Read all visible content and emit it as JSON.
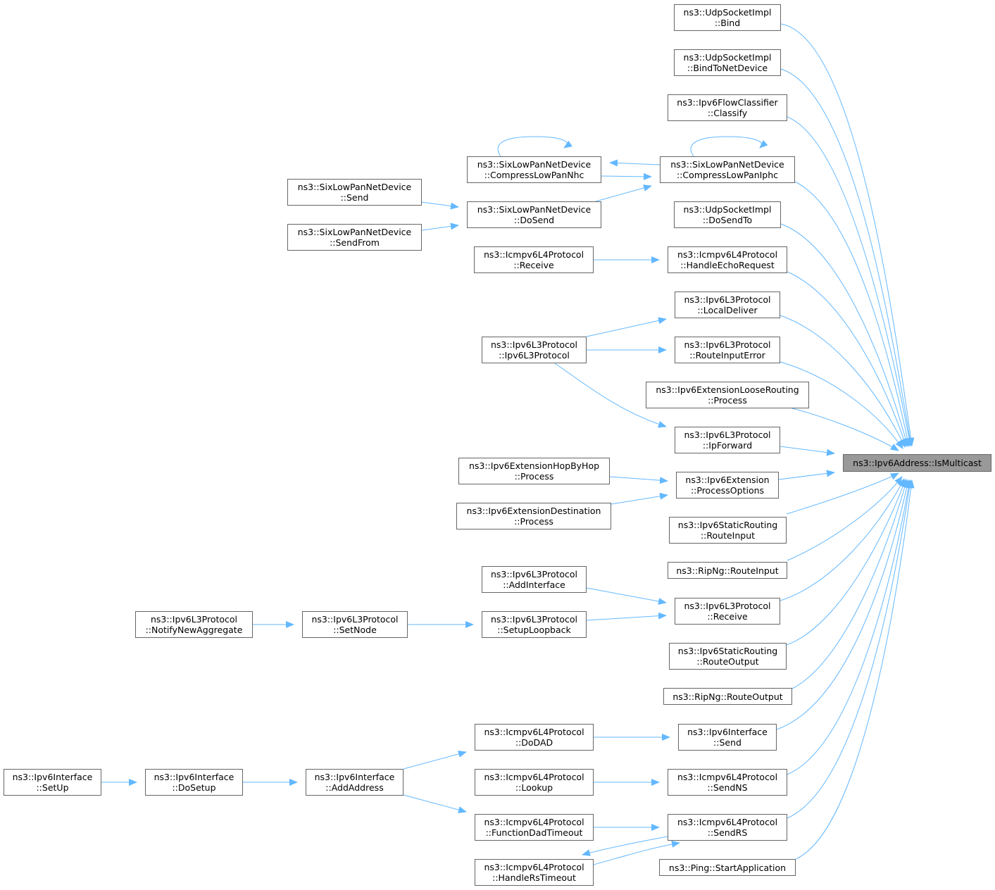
{
  "graph": {
    "edge_color": "#63b8ff",
    "focus_fill": "#999999",
    "nodes": [
      {
        "id": "target",
        "lines": [
          "ns3::Ipv6Address::IsMulticast"
        ],
        "focus": true
      },
      {
        "id": "udp_bind",
        "lines": [
          "ns3::UdpSocketImpl",
          "::Bind"
        ]
      },
      {
        "id": "udp_bindnd",
        "lines": [
          "ns3::UdpSocketImpl",
          "::BindToNetDevice"
        ]
      },
      {
        "id": "flow_classify",
        "lines": [
          "ns3::Ipv6FlowClassifier",
          "::Classify"
        ]
      },
      {
        "id": "sl_iphc",
        "lines": [
          "ns3::SixLowPanNetDevice",
          "::CompressLowPanIphc"
        ]
      },
      {
        "id": "sl_nhc",
        "lines": [
          "ns3::SixLowPanNetDevice",
          "::CompressLowPanNhc"
        ]
      },
      {
        "id": "sl_send",
        "lines": [
          "ns3::SixLowPanNetDevice",
          "::Send"
        ]
      },
      {
        "id": "sl_dosend",
        "lines": [
          "ns3::SixLowPanNetDevice",
          "::DoSend"
        ]
      },
      {
        "id": "sl_sendfrom",
        "lines": [
          "ns3::SixLowPanNetDevice",
          "::SendFrom"
        ]
      },
      {
        "id": "udp_dosendto",
        "lines": [
          "ns3::UdpSocketImpl",
          "::DoSendTo"
        ]
      },
      {
        "id": "icmp_receive",
        "lines": [
          "ns3::Icmpv6L4Protocol",
          "::Receive"
        ]
      },
      {
        "id": "icmp_echo",
        "lines": [
          "ns3::Icmpv6L4Protocol",
          "::HandleEchoRequest"
        ]
      },
      {
        "id": "l3_localdeliver",
        "lines": [
          "ns3::Ipv6L3Protocol",
          "::LocalDeliver"
        ]
      },
      {
        "id": "l3_ctor",
        "lines": [
          "ns3::Ipv6L3Protocol",
          "::Ipv6L3Protocol"
        ]
      },
      {
        "id": "l3_routeinputerror",
        "lines": [
          "ns3::Ipv6L3Protocol",
          "::RouteInputError"
        ]
      },
      {
        "id": "ext_loose",
        "lines": [
          "ns3::Ipv6ExtensionLooseRouting",
          "::Process"
        ]
      },
      {
        "id": "l3_ipforward",
        "lines": [
          "ns3::Ipv6L3Protocol",
          "::IpForward"
        ]
      },
      {
        "id": "ext_hop",
        "lines": [
          "ns3::Ipv6ExtensionHopByHop",
          "::Process"
        ]
      },
      {
        "id": "ext_options",
        "lines": [
          "ns3::Ipv6Extension",
          "::ProcessOptions"
        ]
      },
      {
        "id": "ext_dest",
        "lines": [
          "ns3::Ipv6ExtensionDestination",
          "::Process"
        ]
      },
      {
        "id": "static_routeinput",
        "lines": [
          "ns3::Ipv6StaticRouting",
          "::RouteInput"
        ]
      },
      {
        "id": "ripng_routeinput",
        "lines": [
          "ns3::RipNg::RouteInput"
        ]
      },
      {
        "id": "l3_addinterface",
        "lines": [
          "ns3::Ipv6L3Protocol",
          "::AddInterface"
        ]
      },
      {
        "id": "l3_receive",
        "lines": [
          "ns3::Ipv6L3Protocol",
          "::Receive"
        ]
      },
      {
        "id": "l3_notify",
        "lines": [
          "ns3::Ipv6L3Protocol",
          "::NotifyNewAggregate"
        ]
      },
      {
        "id": "l3_setnode",
        "lines": [
          "ns3::Ipv6L3Protocol",
          "::SetNode"
        ]
      },
      {
        "id": "l3_loopback",
        "lines": [
          "ns3::Ipv6L3Protocol",
          "::SetupLoopback"
        ]
      },
      {
        "id": "static_routeoutput",
        "lines": [
          "ns3::Ipv6StaticRouting",
          "::RouteOutput"
        ]
      },
      {
        "id": "ripng_routeoutput",
        "lines": [
          "ns3::RipNg::RouteOutput"
        ]
      },
      {
        "id": "icmp_dodad",
        "lines": [
          "ns3::Icmpv6L4Protocol",
          "::DoDAD"
        ]
      },
      {
        "id": "if_send",
        "lines": [
          "ns3::Ipv6Interface",
          "::Send"
        ]
      },
      {
        "id": "if_setup",
        "lines": [
          "ns3::Ipv6Interface",
          "::SetUp"
        ]
      },
      {
        "id": "if_dosetup",
        "lines": [
          "ns3::Ipv6Interface",
          "::DoSetup"
        ]
      },
      {
        "id": "if_addaddress",
        "lines": [
          "ns3::Ipv6Interface",
          "::AddAddress"
        ]
      },
      {
        "id": "icmp_lookup",
        "lines": [
          "ns3::Icmpv6L4Protocol",
          "::Lookup"
        ]
      },
      {
        "id": "icmp_sendns",
        "lines": [
          "ns3::Icmpv6L4Protocol",
          "::SendNS"
        ]
      },
      {
        "id": "icmp_daddtimeout",
        "lines": [
          "ns3::Icmpv6L4Protocol",
          "::FunctionDadTimeout"
        ]
      },
      {
        "id": "icmp_sendrs",
        "lines": [
          "ns3::Icmpv6L4Protocol",
          "::SendRS"
        ]
      },
      {
        "id": "icmp_rstimeout",
        "lines": [
          "ns3::Icmpv6L4Protocol",
          "::HandleRsTimeout"
        ]
      },
      {
        "id": "ping_start",
        "lines": [
          "ns3::Ping::StartApplication"
        ]
      }
    ],
    "edges": [
      [
        "udp_bind",
        "target"
      ],
      [
        "udp_bindnd",
        "target"
      ],
      [
        "flow_classify",
        "target"
      ],
      [
        "sl_iphc",
        "target"
      ],
      [
        "udp_dosendto",
        "target"
      ],
      [
        "icmp_echo",
        "target"
      ],
      [
        "l3_localdeliver",
        "target"
      ],
      [
        "l3_routeinputerror",
        "target"
      ],
      [
        "ext_loose",
        "target"
      ],
      [
        "l3_ipforward",
        "target"
      ],
      [
        "ext_options",
        "target"
      ],
      [
        "static_routeinput",
        "target"
      ],
      [
        "ripng_routeinput",
        "target"
      ],
      [
        "l3_receive",
        "target"
      ],
      [
        "static_routeoutput",
        "target"
      ],
      [
        "ripng_routeoutput",
        "target"
      ],
      [
        "if_send",
        "target"
      ],
      [
        "icmp_sendns",
        "target"
      ],
      [
        "icmp_sendrs",
        "target"
      ],
      [
        "ping_start",
        "target"
      ],
      [
        "sl_nhc",
        "sl_iphc"
      ],
      [
        "sl_iphc",
        "sl_nhc"
      ],
      [
        "sl_iphc",
        "sl_iphc"
      ],
      [
        "sl_nhc",
        "sl_nhc"
      ],
      [
        "sl_dosend",
        "sl_iphc"
      ],
      [
        "sl_send",
        "sl_dosend"
      ],
      [
        "sl_sendfrom",
        "sl_dosend"
      ],
      [
        "icmp_receive",
        "icmp_echo"
      ],
      [
        "l3_ctor",
        "l3_localdeliver"
      ],
      [
        "l3_ctor",
        "l3_routeinputerror"
      ],
      [
        "l3_ctor",
        "l3_ipforward"
      ],
      [
        "ext_hop",
        "ext_options"
      ],
      [
        "ext_dest",
        "ext_options"
      ],
      [
        "l3_addinterface",
        "l3_receive"
      ],
      [
        "l3_loopback",
        "l3_receive"
      ],
      [
        "l3_setnode",
        "l3_loopback"
      ],
      [
        "l3_notify",
        "l3_setnode"
      ],
      [
        "icmp_dodad",
        "if_send"
      ],
      [
        "if_addaddress",
        "icmp_dodad"
      ],
      [
        "if_addaddress",
        "icmp_daddtimeout"
      ],
      [
        "if_dosetup",
        "if_addaddress"
      ],
      [
        "if_setup",
        "if_dosetup"
      ],
      [
        "icmp_lookup",
        "icmp_sendns"
      ],
      [
        "icmp_daddtimeout",
        "icmp_sendrs"
      ],
      [
        "icmp_rstimeout",
        "icmp_sendrs"
      ],
      [
        "icmp_sendrs",
        "icmp_rstimeout"
      ]
    ]
  }
}
